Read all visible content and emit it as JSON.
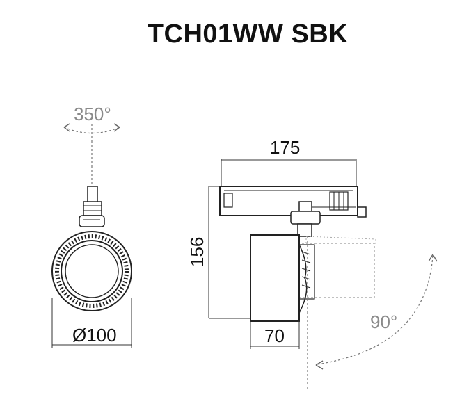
{
  "title": "TCH01WW SBK",
  "dimensions": {
    "rotation_horizontal": "350°",
    "diameter": "Ø100",
    "track_width": "175",
    "height": "156",
    "head_width": "70",
    "tilt_angle": "90°"
  },
  "colors": {
    "line": "#222222",
    "ghost": "#9a9a9a",
    "text": "#111111"
  }
}
